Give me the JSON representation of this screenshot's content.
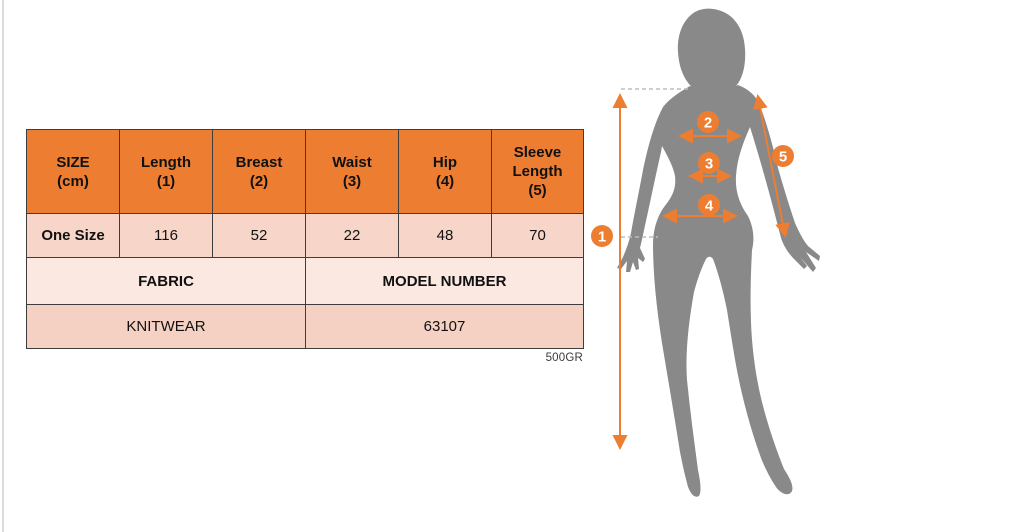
{
  "size_table": {
    "headers": [
      {
        "line1": "SIZE",
        "line2": "(cm)"
      },
      {
        "line1": "Length",
        "line2": "(1)"
      },
      {
        "line1": "Breast",
        "line2": "(2)"
      },
      {
        "line1": "Waist",
        "line2": "(3)"
      },
      {
        "line1": "Hip",
        "line2": "(4)"
      },
      {
        "line1": "Sleeve",
        "line2": "Length",
        "line3": "(5)"
      }
    ],
    "size_row": {
      "label": "One Size",
      "values": [
        "116",
        "52",
        "22",
        "48",
        "70"
      ]
    },
    "info_row": {
      "fabric_label": "FABRIC",
      "model_label": "MODEL NUMBER"
    },
    "info_values": {
      "fabric": "KNITWEAR",
      "model": "63107"
    },
    "weight_note": "500GR"
  },
  "figure": {
    "markers": [
      {
        "label": "1",
        "measure": "height"
      },
      {
        "label": "2",
        "measure": "breast"
      },
      {
        "label": "3",
        "measure": "waist"
      },
      {
        "label": "4",
        "measure": "hip"
      },
      {
        "label": "5",
        "measure": "sleeve-length"
      }
    ]
  },
  "colors": {
    "header_orange": "#ED7D31",
    "size_row_pink": "#F7D6C9",
    "fabric_row_pink": "#FAE8E1",
    "knit_row_pink": "#F5D1C3",
    "border_dark": "#3D3D3D",
    "silhouette_gray": "#898989",
    "arrow_orange": "#ED7D31",
    "dash_gray": "#BDBDBD"
  }
}
